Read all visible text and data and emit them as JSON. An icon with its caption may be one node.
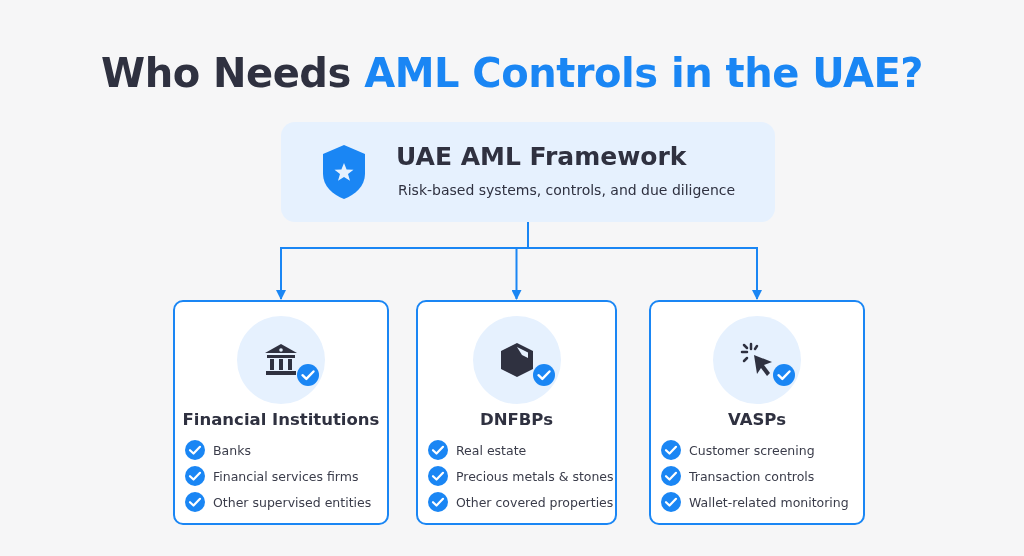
{
  "diagram": {
    "title": "Who Needs **AML Controls in the UAE?**",
    "nodes": [
      {
        "text": [
          "UAE AML Framework",
          "Risk-based systems, controls, and due diligence"
        ]
      },
      {
        "text": [
          "Financial Institutions",
          "Banks",
          "Financial services firms",
          "Other supervised entities"
        ]
      },
      {
        "text": [
          "DNFBPs",
          "Real estate",
          "Precious metals & stones",
          "Other covered properties"
        ]
      },
      {
        "text": [
          "VASPs",
          "Customer screening",
          "Transaction controls",
          "Wallet-related monitoring"
        ]
      }
    ],
    "edges": [
      {
        "from": 0,
        "to": 1,
        "arrow": "to"
      },
      {
        "from": 0,
        "to": 2,
        "arrow": "to"
      },
      {
        "from": 0,
        "to": 3,
        "arrow": "to"
      }
    ]
  }
}
